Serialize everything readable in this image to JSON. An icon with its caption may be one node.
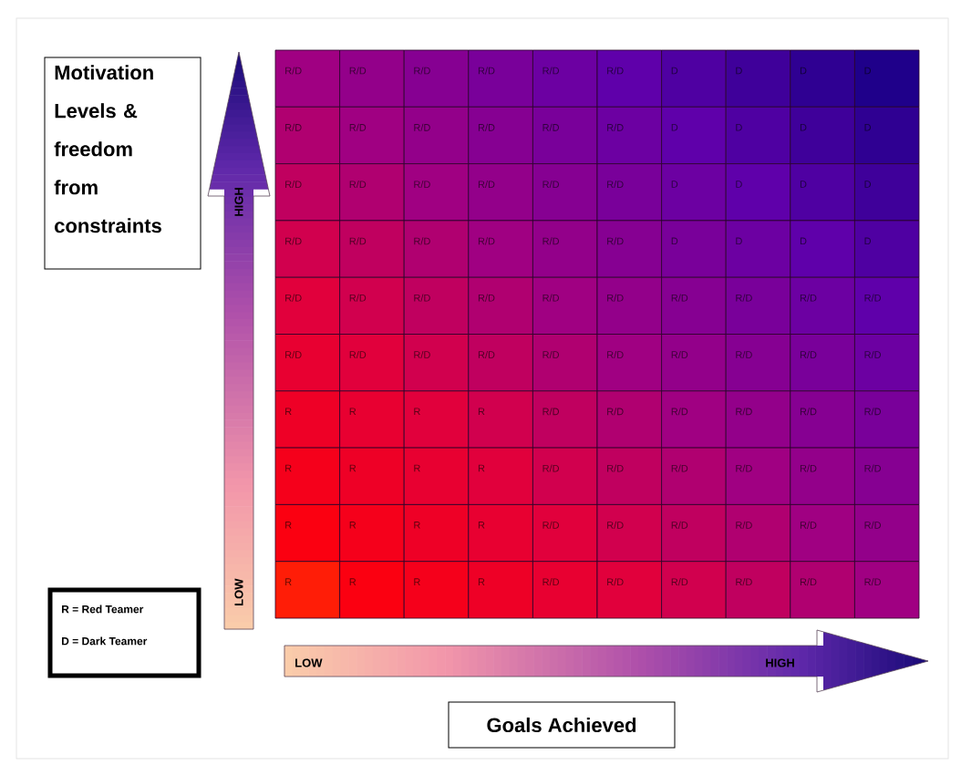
{
  "diagram": {
    "nodes": [
      {
        "text": [
          "Motivation Levels & freedom from constraints"
        ]
      },
      {
        "text": [
          "Goals Achieved"
        ]
      },
      {
        "text": [
          "R = Red Teamer",
          "D = Dark Teamer"
        ]
      }
    ],
    "labels": [
      "R/D",
      "R/D",
      "R/D",
      "R/D",
      "R/D",
      "R/D",
      "D",
      "D",
      "D",
      "D",
      "R/D",
      "R/D",
      "R/D",
      "R/D",
      "R/D",
      "R/D",
      "D",
      "D",
      "D",
      "D",
      "R/D",
      "R/D",
      "R/D",
      "R/D",
      "R/D",
      "R/D",
      "D",
      "D",
      "D",
      "D",
      "R/D",
      "R/D",
      "R/D",
      "R/D",
      "R/D",
      "R/D",
      "D",
      "D",
      "D",
      "D",
      "R/D",
      "R/D",
      "R/D",
      "R/D",
      "R/D",
      "R/D",
      "R/D",
      "R/D",
      "R/D",
      "R/D",
      "R/D",
      "R/D",
      "R/D",
      "R/D",
      "R/D",
      "R/D",
      "R/D",
      "R/D",
      "R/D",
      "R/D",
      "R",
      "R",
      "R",
      "R",
      "R/D",
      "R/D",
      "R/D",
      "R/D",
      "R/D",
      "R/D",
      "R",
      "R",
      "R",
      "R",
      "R/D",
      "R/D",
      "R/D",
      "R/D",
      "R/D",
      "R/D",
      "R",
      "R",
      "R",
      "R",
      "R/D",
      "R/D",
      "R/D",
      "R/D",
      "R/D",
      "R/D",
      "R",
      "R",
      "R",
      "R",
      "R/D",
      "R/D",
      "R/D",
      "R/D",
      "R/D",
      "R/D",
      "HIGH",
      "LOW",
      "LOW",
      "HIGH"
    ]
  }
}
